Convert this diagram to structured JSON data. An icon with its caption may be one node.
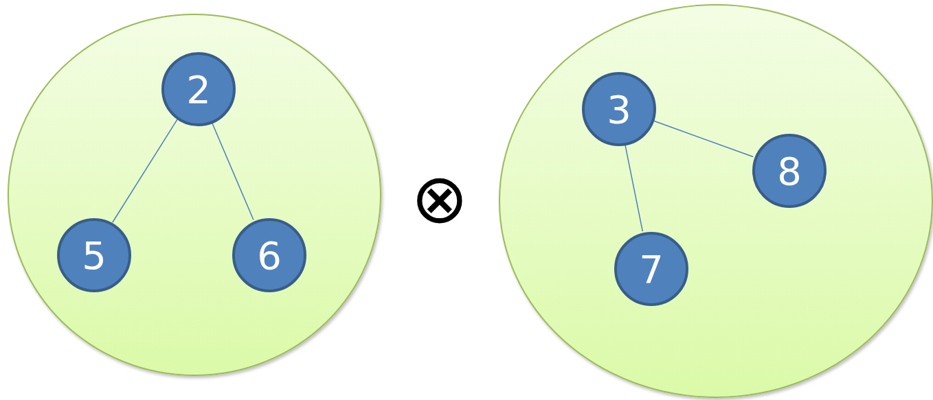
{
  "diagram": {
    "nodes": [
      {
        "text": [],
        "shape": "circle"
      },
      {
        "text": [
          "2"
        ],
        "in": 0
      },
      {
        "text": [
          "5"
        ],
        "in": 0
      },
      {
        "text": [
          "6"
        ],
        "in": 0
      },
      {
        "text": [],
        "shape": "circle"
      },
      {
        "text": [
          "3"
        ],
        "in": 4
      },
      {
        "text": [
          "8"
        ],
        "in": 4
      },
      {
        "text": [
          "7"
        ],
        "in": 4
      }
    ],
    "edges": [
      {
        "from": 1,
        "to": 2,
        "arrow": "none"
      },
      {
        "from": 1,
        "to": 3,
        "arrow": "none"
      },
      {
        "from": 5,
        "to": 6,
        "arrow": "none"
      },
      {
        "from": 5,
        "to": 7,
        "arrow": "none"
      }
    ],
    "labels": [
      "⊗"
    ]
  }
}
